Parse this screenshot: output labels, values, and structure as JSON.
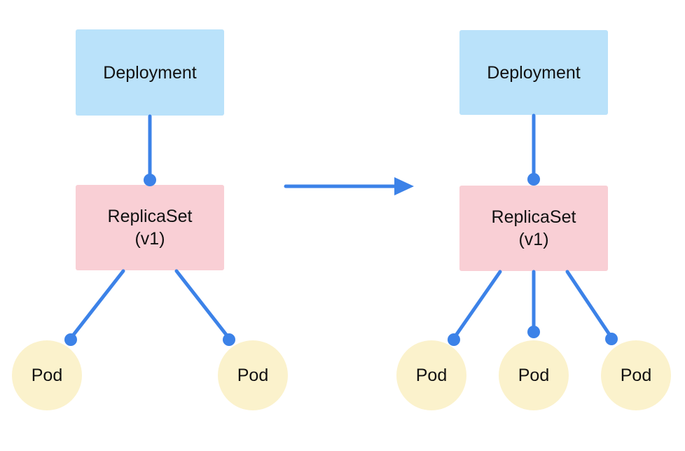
{
  "colors": {
    "background": "#ffffff",
    "deployment_fill": "#bae2fa",
    "replicaset_fill": "#f9cfd5",
    "pod_fill": "#fbf2cc",
    "connector": "#3c82e8",
    "text": "#111111"
  },
  "left_diagram": {
    "deployment_label": "Deployment",
    "replicaset_label_line1": "ReplicaSet",
    "replicaset_label_line2": "(v1)",
    "pods": [
      {
        "label": "Pod"
      },
      {
        "label": "Pod"
      }
    ]
  },
  "right_diagram": {
    "deployment_label": "Deployment",
    "replicaset_label_line1": "ReplicaSet",
    "replicaset_label_line2": "(v1)",
    "pods": [
      {
        "label": "Pod"
      },
      {
        "label": "Pod"
      },
      {
        "label": "Pod"
      }
    ]
  },
  "transition": {
    "icon": "arrow-right-icon"
  }
}
